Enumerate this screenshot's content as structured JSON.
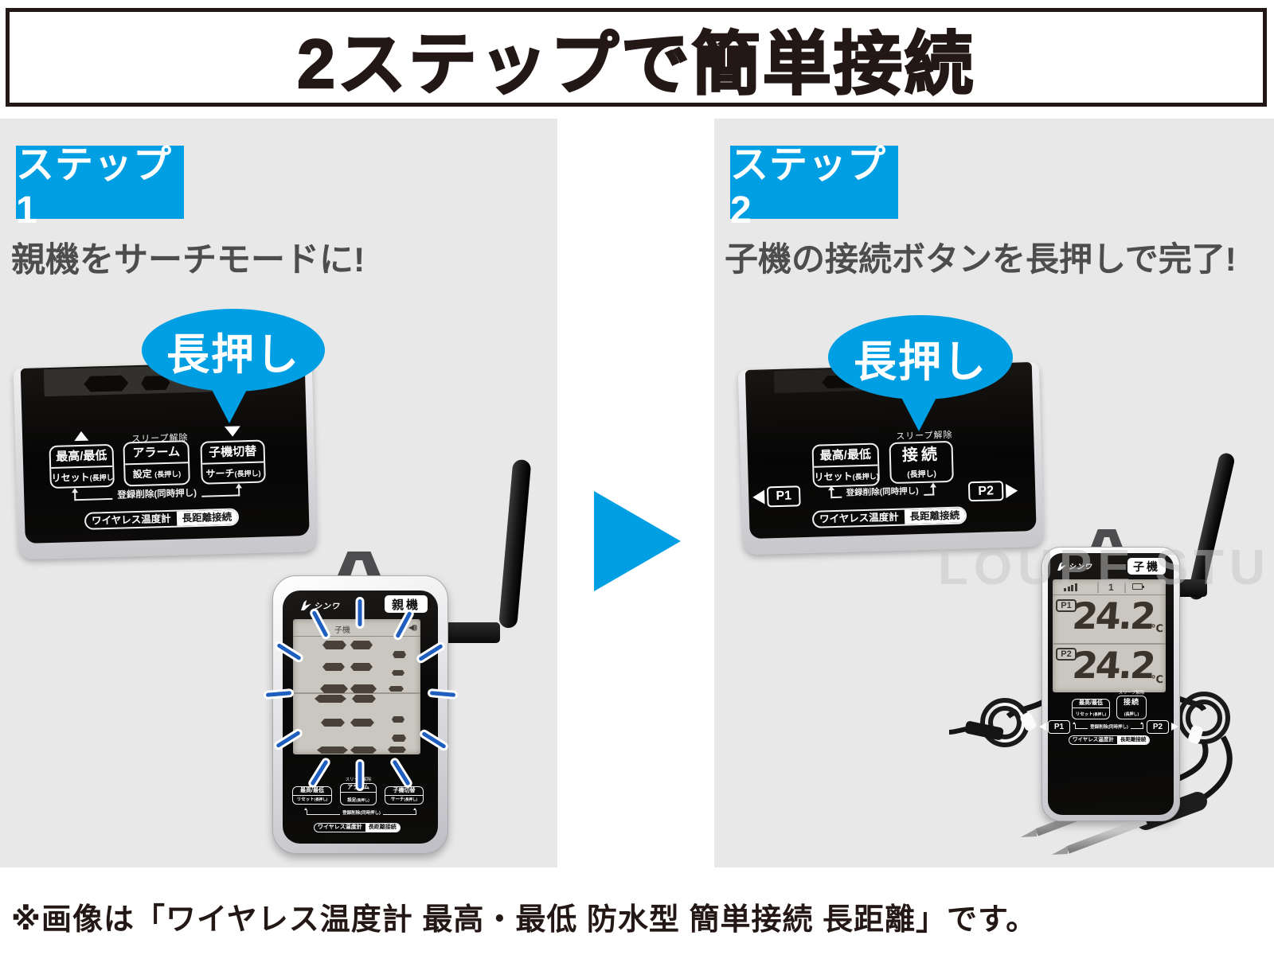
{
  "title": "2ステップで簡単接続",
  "footnote": "※画像は「ワイヤレス温度計 最高・最低 防水型 簡単接続 長距離」です。",
  "watermark": "LOUPE STUDIO",
  "colors": {
    "accent_blue": "#009FE3",
    "flash_blue": "#1E5EBE",
    "panel_gray": "#E8E8E8"
  },
  "icons": {
    "speaker": "◀)))"
  },
  "panel_common": {
    "sleep_note": "スリープ解除",
    "delete_note": "登録削除(同時押し)",
    "badge_left": "ワイヤレス温度計",
    "badge_right": "長距離接続"
  },
  "steps": [
    {
      "label": "ステップ1",
      "heading": "親機をサーチモードに!",
      "bubble": "長押し",
      "buttons": [
        {
          "line1": "最高/最低",
          "line2": "リセット",
          "note": "(長押し)"
        },
        {
          "line1": "アラーム",
          "line2": "設定",
          "note": "(長押し)"
        },
        {
          "line1": "子機切替",
          "line2": "サーチ",
          "note": "(長押し)"
        }
      ]
    },
    {
      "label": "ステップ2",
      "heading": "子機の接続ボタンを長押しで完了!",
      "bubble": "長押し",
      "p1": "P1",
      "p2": "P2",
      "buttons": [
        {
          "line1": "最高/最低",
          "line2": "リセット",
          "note": "(長押し)"
        },
        {
          "line1": "接続",
          "line2": "(長押し)",
          "note": ""
        }
      ]
    }
  ],
  "parent_device": {
    "badge": "親機",
    "brand": "シンワ",
    "lcd_header": "子機"
  },
  "child_device": {
    "badge": "子機",
    "brand": "シンワ",
    "lcd_channel": "1",
    "readings": [
      {
        "channel": "P1",
        "value": "24.2",
        "unit": "℃"
      },
      {
        "channel": "P2",
        "value": "24.2",
        "unit": "℃"
      }
    ]
  }
}
